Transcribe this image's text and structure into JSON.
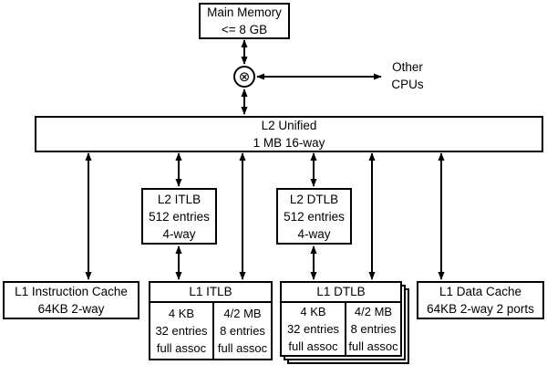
{
  "main_memory": {
    "line1": "Main Memory",
    "line2": "<= 8 GB"
  },
  "interconnect": {
    "symbol": "⊗"
  },
  "other_cpus": {
    "line1": "Other",
    "line2": "CPUs"
  },
  "l2_unified": {
    "line1": "L2 Unified",
    "line2": "1 MB 16-way"
  },
  "l2_itlb": {
    "line1": "L2 ITLB",
    "line2": "512 entries",
    "line3": "4-way"
  },
  "l2_dtlb": {
    "line1": "L2 DTLB",
    "line2": "512 entries",
    "line3": "4-way"
  },
  "l1_icache": {
    "line1": "L1 Instruction Cache",
    "line2": "64KB 2-way"
  },
  "l1_dcache": {
    "line1": "L1 Data Cache",
    "line2": "64KB 2-way 2 ports"
  },
  "l1_itlb": {
    "title": "L1 ITLB",
    "left": {
      "line1": "4 KB",
      "line2": "32 entries",
      "line3": "full assoc"
    },
    "right": {
      "line1": "4/2 MB",
      "line2": "8 entries",
      "line3": "full assoc"
    }
  },
  "l1_dtlb": {
    "title": "L1 DTLB",
    "left": {
      "line1": "4 KB",
      "line2": "32 entries",
      "line3": "full assoc"
    },
    "right": {
      "line1": "4/2 MB",
      "line2": "8 entries",
      "line3": "full assoc"
    }
  },
  "colors": {
    "stroke": "#000000",
    "background": "#ffffff"
  }
}
